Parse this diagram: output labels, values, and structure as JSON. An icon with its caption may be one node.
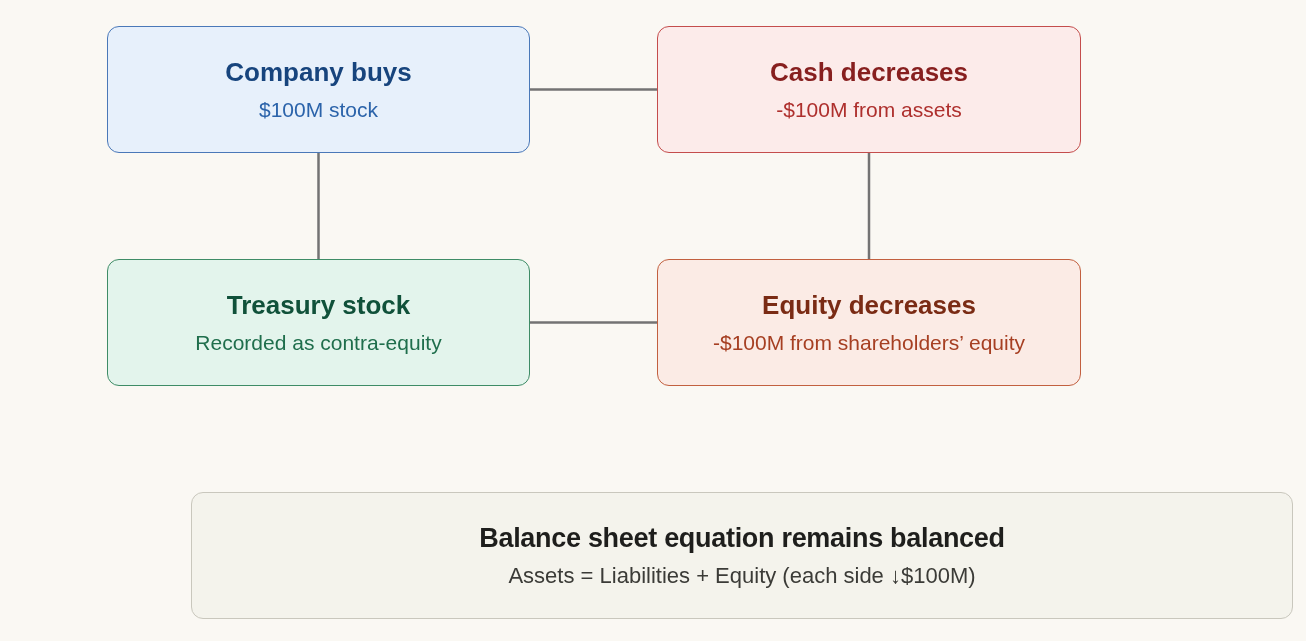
{
  "diagram": {
    "nodes": [
      {
        "text": [
          "Company buys",
          "$100M stock"
        ]
      },
      {
        "text": [
          "Cash decreases",
          "-$100M from assets"
        ]
      },
      {
        "text": [
          "Treasury stock",
          "Recorded as contra-equity"
        ]
      },
      {
        "text": [
          "Equity decreases",
          "-$100M from shareholders’ equity"
        ]
      },
      {
        "text": [
          "Balance sheet equation remains balanced",
          "Assets = Liabilities + Equity (each side ↓$100M)"
        ]
      }
    ],
    "edges": [
      {
        "from": 0,
        "to": 1,
        "arrow": "none"
      },
      {
        "from": 0,
        "to": 2,
        "arrow": "none"
      },
      {
        "from": 1,
        "to": 3,
        "arrow": "none"
      },
      {
        "from": 2,
        "to": 3,
        "arrow": "none"
      }
    ]
  }
}
